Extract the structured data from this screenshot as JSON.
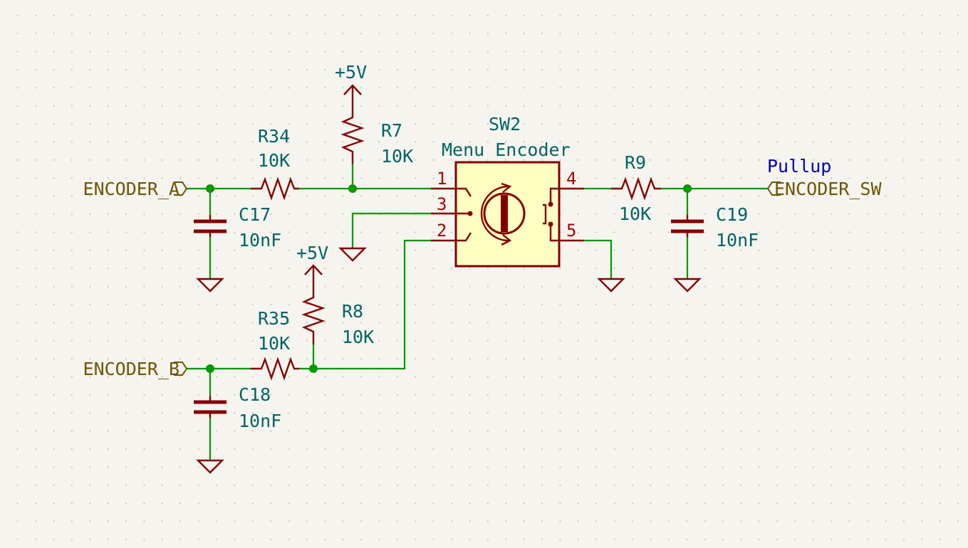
{
  "global_labels": {
    "encoder_a": "ENCODER_A",
    "encoder_b": "ENCODER_B",
    "encoder_sw": "ENCODER_SW"
  },
  "net_labels": {
    "pullup": "Pullup"
  },
  "power": {
    "r7_supply": "+5V",
    "r8_supply": "+5V"
  },
  "components": {
    "R34": {
      "ref": "R34",
      "value": "10K"
    },
    "R7": {
      "ref": "R7",
      "value": "10K"
    },
    "R35": {
      "ref": "R35",
      "value": "10K"
    },
    "R8": {
      "ref": "R8",
      "value": "10K"
    },
    "R9": {
      "ref": "R9",
      "value": "10K"
    },
    "C17": {
      "ref": "C17",
      "value": "10nF"
    },
    "C18": {
      "ref": "C18",
      "value": "10nF"
    },
    "C19": {
      "ref": "C19",
      "value": "10nF"
    },
    "SW2": {
      "ref": "SW2",
      "value": "Menu Encoder",
      "pins": [
        "1",
        "3",
        "2",
        "4",
        "5"
      ]
    }
  },
  "colors": {
    "background": "#f5f4ef",
    "wire": "#009900",
    "symbol": "#840000",
    "symbol_fill": "#ffffc2",
    "text": "#006464",
    "global_label": "#6e5500",
    "net_label": "#0000b4"
  }
}
